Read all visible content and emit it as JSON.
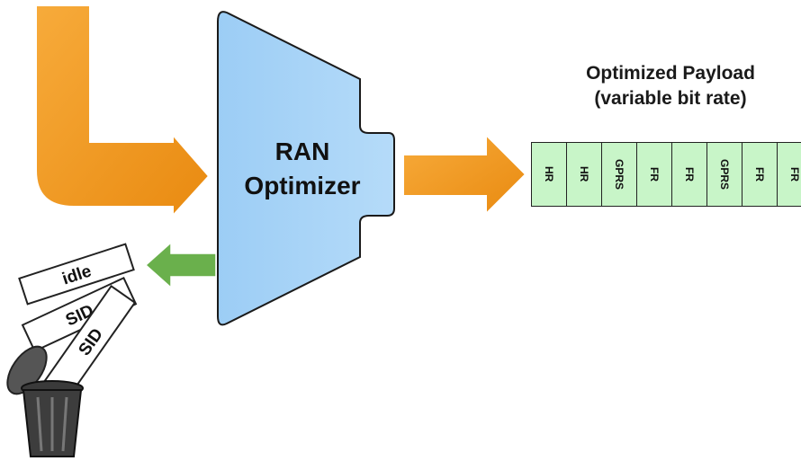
{
  "optimizer": {
    "line1": "RAN",
    "line2": "Optimizer"
  },
  "output": {
    "title_line1": "Optimized Payload",
    "title_line2": "(variable bit rate)",
    "cells": [
      "HR",
      "HR",
      "GPRS",
      "FR",
      "FR",
      "GPRS",
      "FR",
      "FR"
    ]
  },
  "discarded": [
    "idle",
    "SID",
    "SID"
  ],
  "colors": {
    "input_arrow": "#f39a1c",
    "output_arrow": "#f39a1c",
    "discard_arrow": "#6ab04c",
    "optimizer_fill": "#a9d4f7",
    "payload_fill": "#c8f5c8"
  }
}
